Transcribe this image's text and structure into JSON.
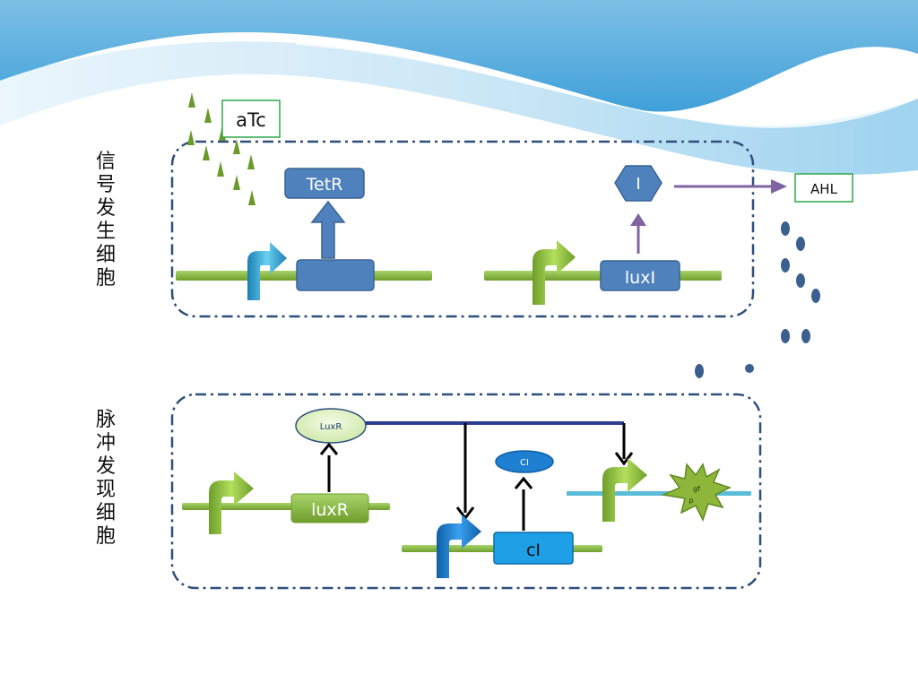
{
  "signal_cell": {
    "label_chars": [
      "信",
      "号",
      "发",
      "生",
      "细",
      "胞"
    ],
    "atc_label": "aTc",
    "tetr_label": "TetR",
    "i_label": "I",
    "luxi_label": "luxI",
    "ahl_label": "AHL"
  },
  "pulse_cell": {
    "label_chars": [
      "脉",
      "冲",
      "发",
      "现",
      "细",
      "胞"
    ],
    "luxr_protein_label": "LuxR",
    "luxr_gene_label": "luxR",
    "ci_protein_label": "CI",
    "ci_gene_label": "cI",
    "gfp_label_line1": "gf",
    "gfp_label_line2": "p"
  },
  "colors": {
    "dna_green": "#8cbf3f",
    "dna_blue": "#5bbcd8",
    "gene_blue": "#4f81bd",
    "cell_border": "#2f4f7a",
    "ahl_arrow": "#8064a2",
    "molecule_blue": "#3b5f8f",
    "atc_green": "#6a9a2a",
    "ci_gene": "#1ea0e6",
    "gfp_star": "#8db63a",
    "label_border": "#2ea84a"
  }
}
